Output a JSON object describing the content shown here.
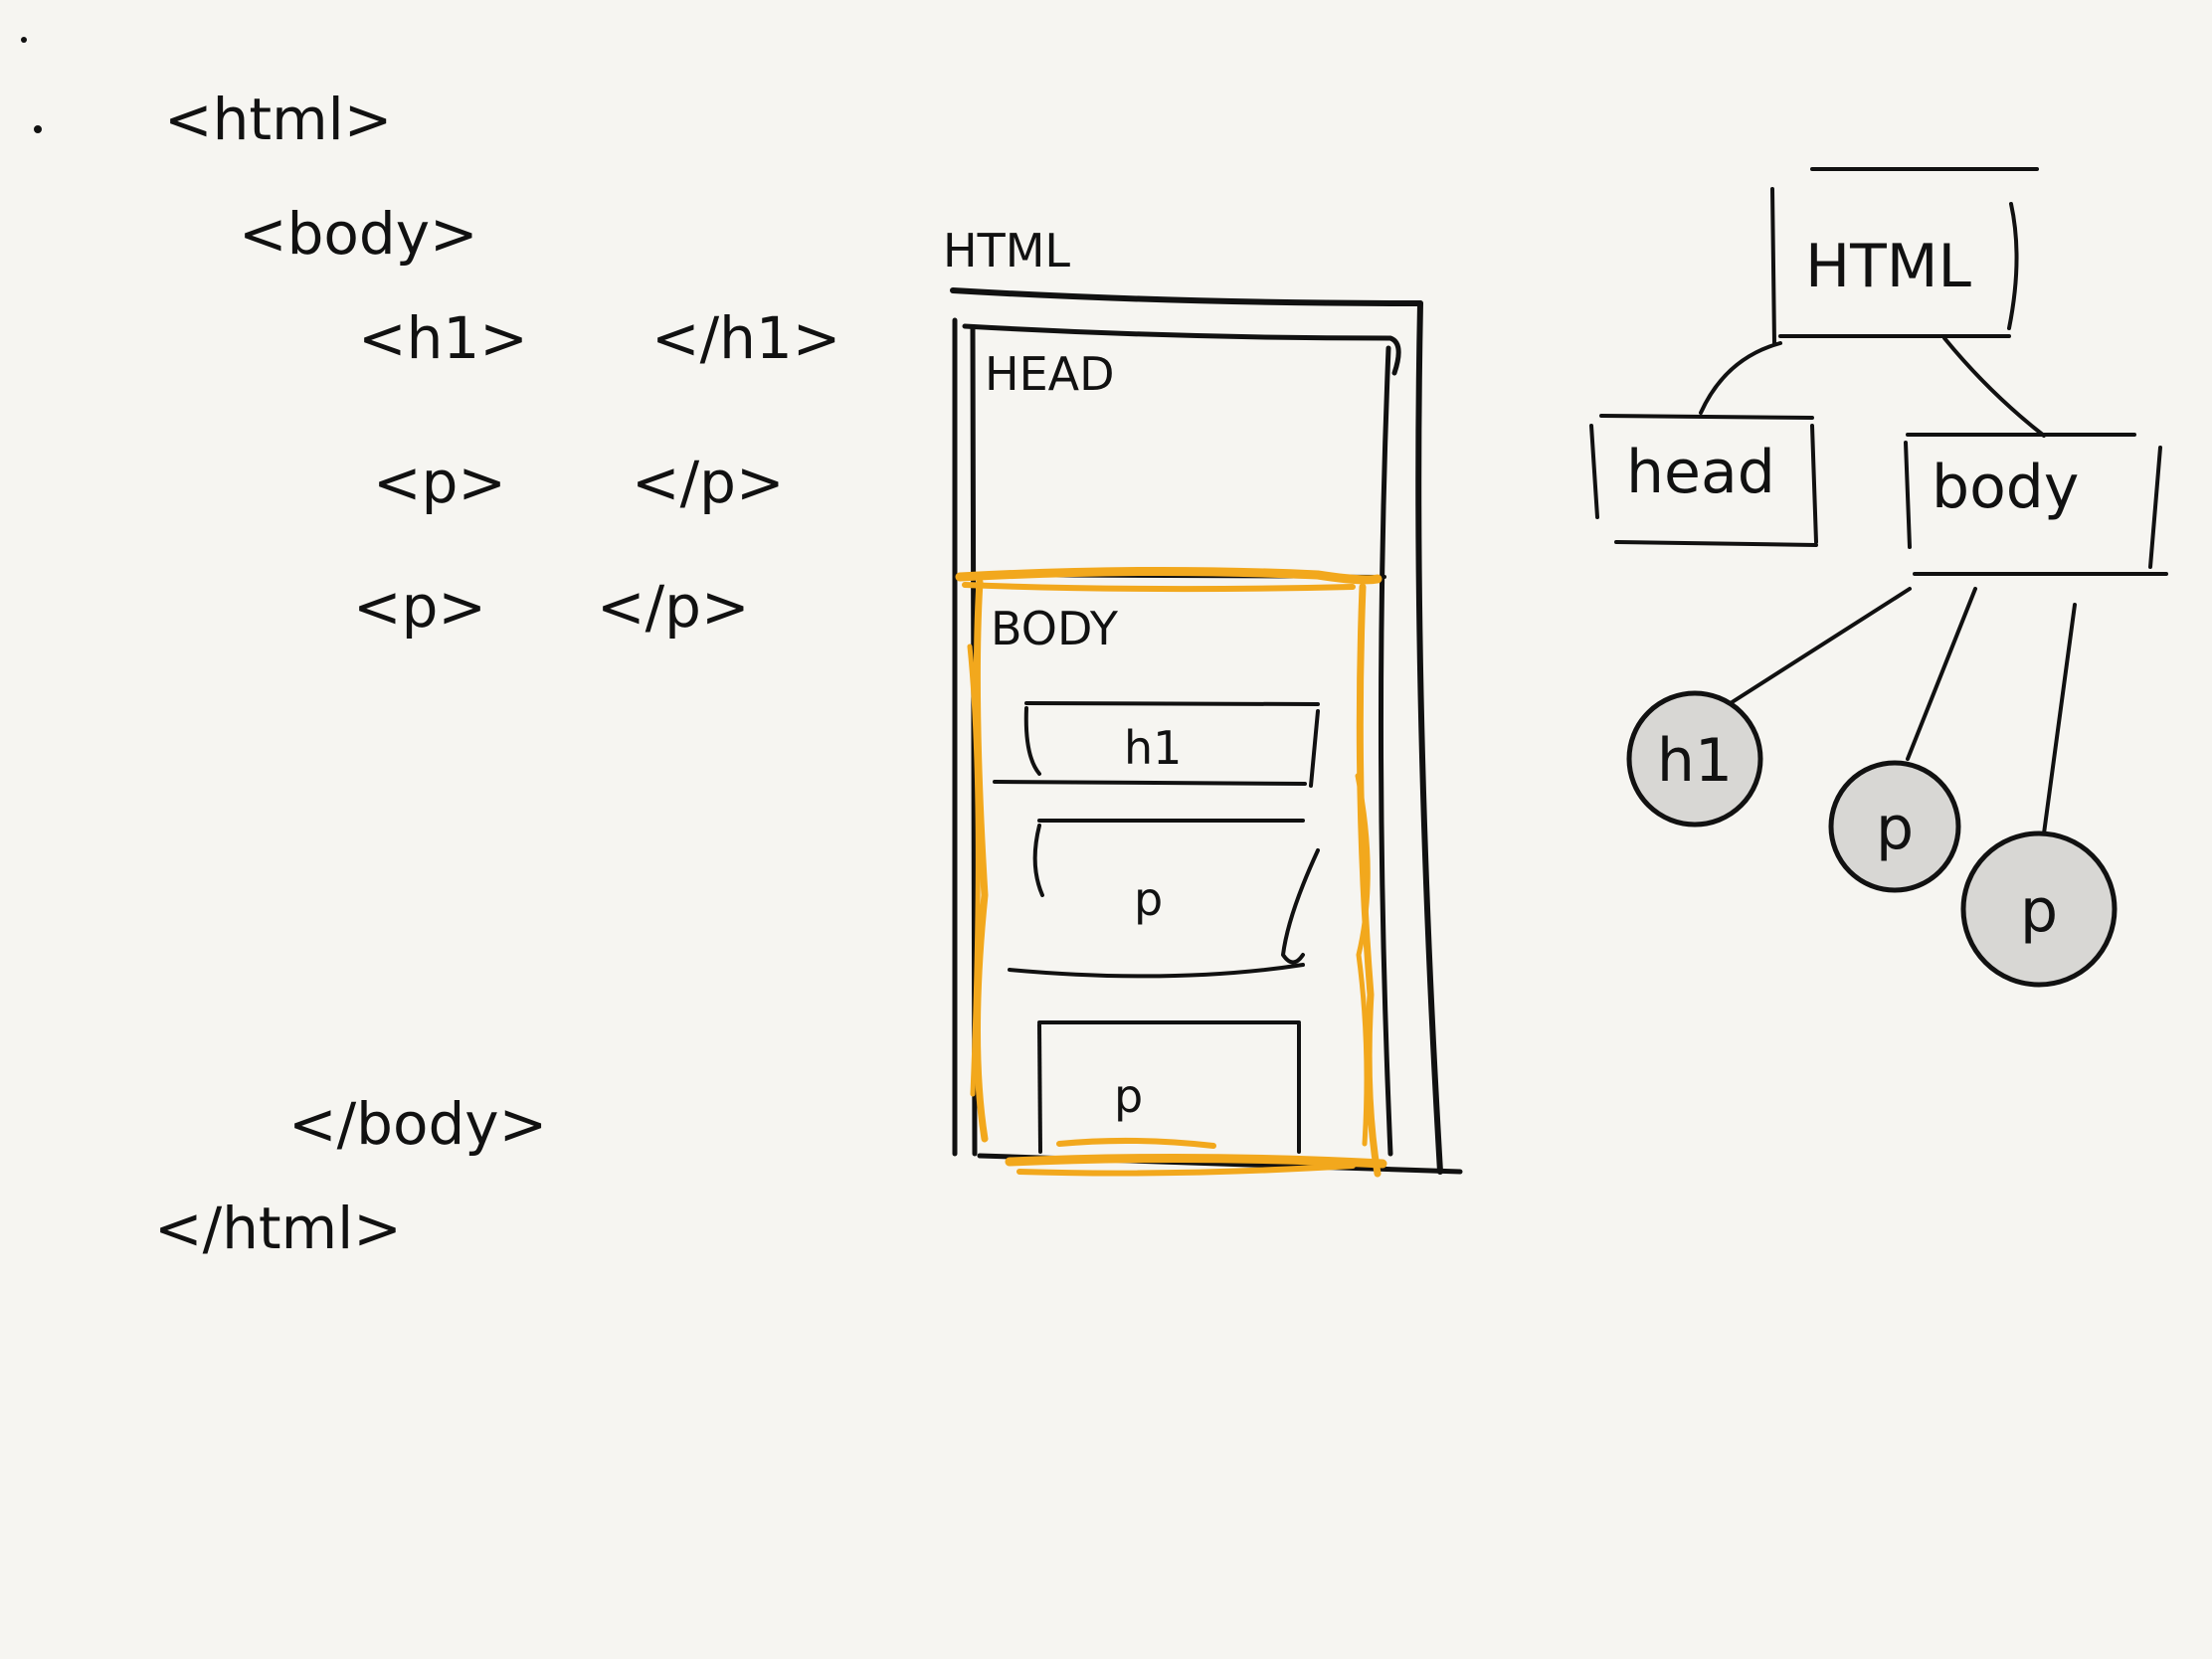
{
  "code": {
    "open_html": "<html>",
    "open_body": "<body>",
    "h1_open": "<h1>",
    "h1_close": "</h1>",
    "p1_open": "<p>",
    "p1_close": "</p>",
    "p2_open": "<p>",
    "p2_close": "</p>",
    "close_body": "</body>",
    "close_html": "</html>"
  },
  "box_model": {
    "html_label": "HTML",
    "head_label": "HEAD",
    "body_label": "BODY",
    "h1_label": "h1",
    "p1_label": "p",
    "p2_label": "p"
  },
  "tree": {
    "root": "HTML",
    "head": "head",
    "body": "body",
    "children": [
      "h1",
      "p",
      "p"
    ]
  },
  "colors": {
    "ink": "#111111",
    "highlight": "#f2a81d",
    "node_fill": "#d8d7d4",
    "paper": "#f6f5f1"
  }
}
